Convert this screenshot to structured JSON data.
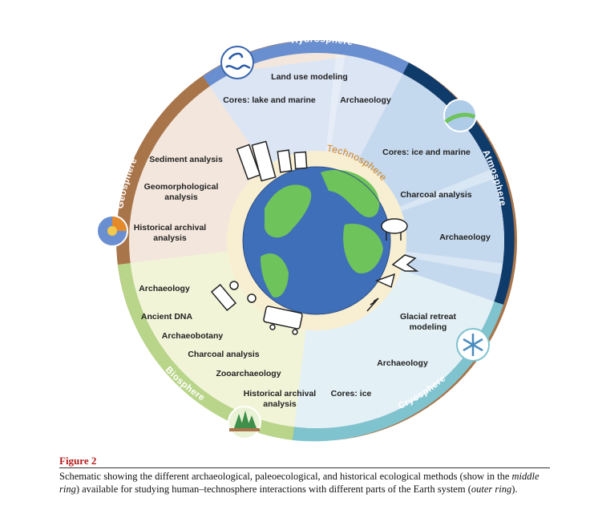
{
  "outer_ring": {
    "hydrosphere": "Hydrosphere",
    "atmosphere": "Atmosphere",
    "cryosphere": "Cryosphere",
    "biosphere": "Biosphere",
    "geosphere": "Geosphere"
  },
  "technosphere_label": "Technosphere",
  "methods": {
    "hydro": [
      "Land use modeling",
      "Cores: lake and marine",
      "Archaeology"
    ],
    "atmo": [
      "Cores: ice and marine",
      "Charcoal analysis",
      "Archaeology"
    ],
    "cryo": [
      "Glacial retreat",
      "modeling",
      "Archaeology",
      "Cores: ice"
    ],
    "bio": [
      "Archaeology",
      "Ancient DNA",
      "Archaeobotany",
      "Charcoal analysis",
      "Zooarchaeology",
      "Historical archival",
      "analysis"
    ],
    "geo": [
      "Sediment analysis",
      "Geomorphological",
      "analysis",
      "Historical archival",
      "analysis"
    ]
  },
  "colors": {
    "hydrosphere": "#6a8fd0",
    "atmosphere": "#0f3b6b",
    "cryosphere": "#7fc3cf",
    "biosphere": "#b9d58a",
    "geosphere": "#a8754b",
    "technosphere_text": "#d9820f"
  },
  "icons": [
    "water-wave-icon",
    "atmosphere-icon",
    "snowflake-icon",
    "forest-icon",
    "earth-layers-icon",
    "globe-icon",
    "skyline-icon",
    "cattle-icon",
    "palm-tree-icon",
    "ship-icon",
    "shovel-icon",
    "train-icon"
  ],
  "caption": {
    "title": "Figure 2",
    "text_1": "Schematic showing the different archaeological, paleoecological, and historical ecological methods (show in the ",
    "italic_1": "middle ring",
    "text_2": ") available for studying human–technosphere interactions with different parts of the Earth system (",
    "italic_2": "outer ring",
    "text_3": ")."
  }
}
